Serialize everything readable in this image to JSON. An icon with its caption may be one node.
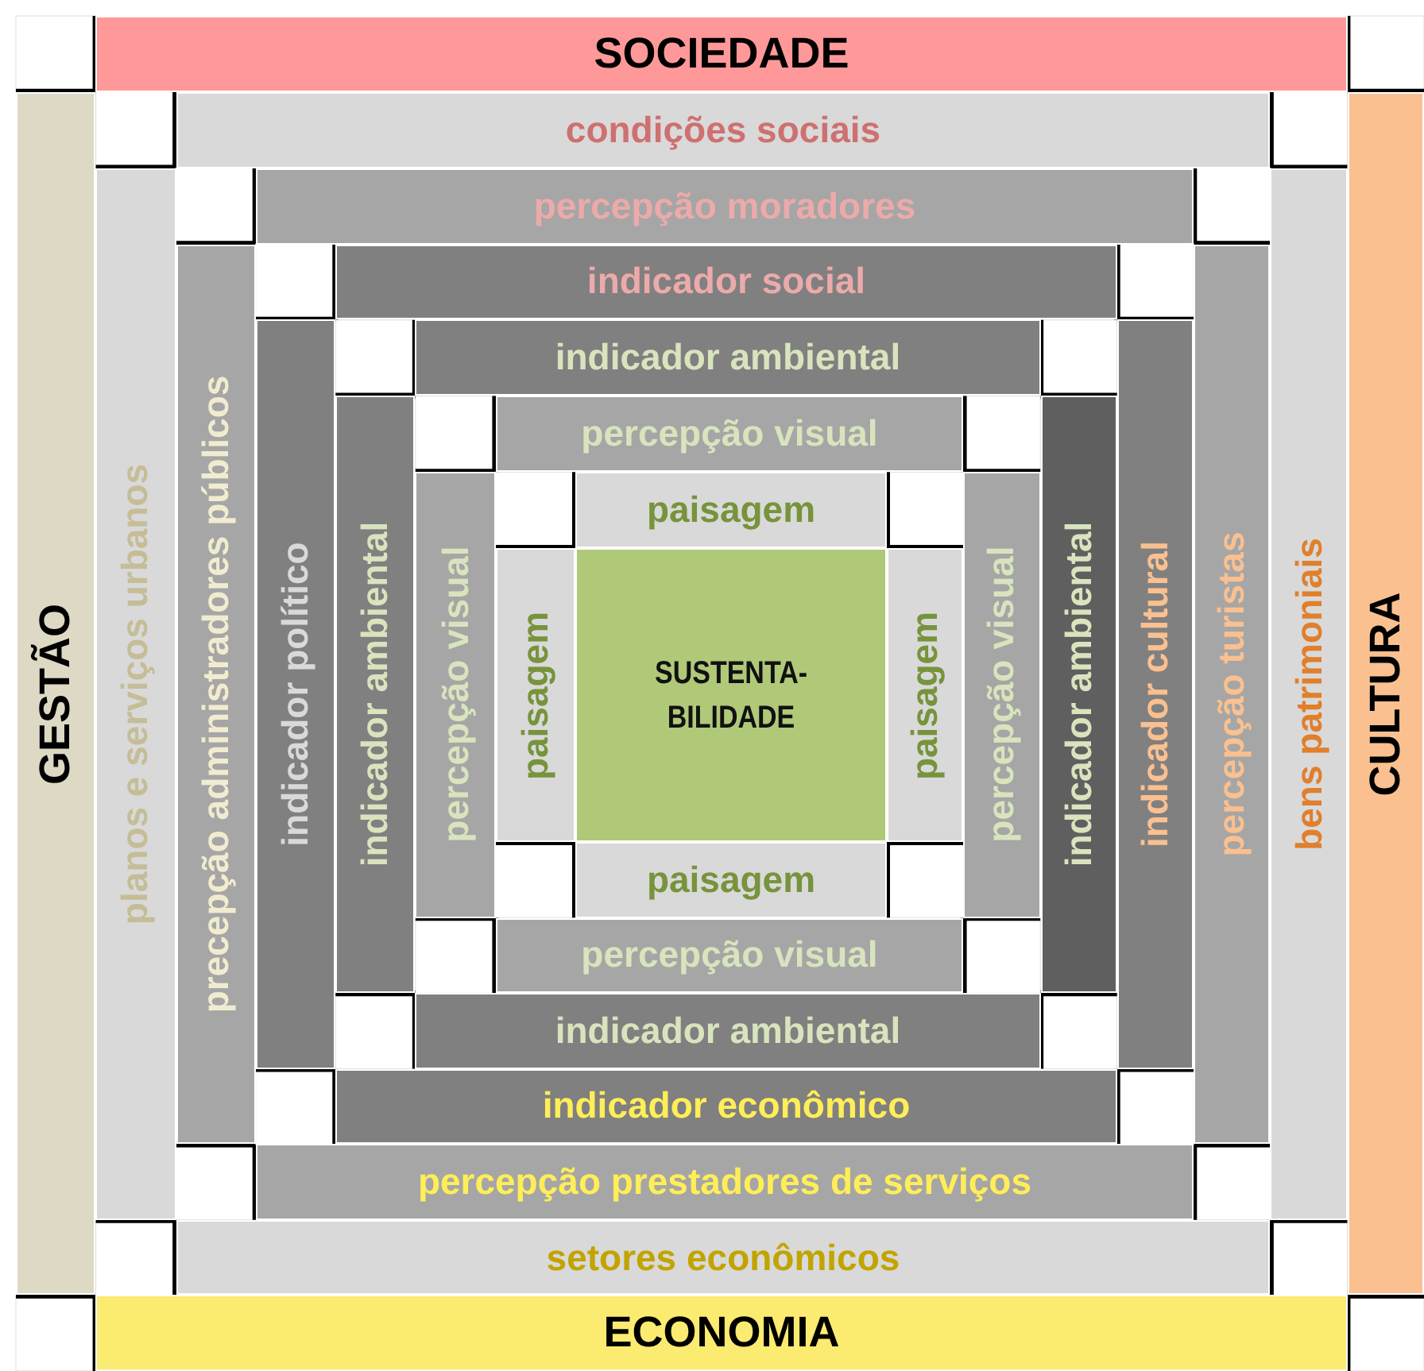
{
  "diagram": {
    "nodes": [
      {
        "text": [
          "SOCIEDADE"
        ]
      },
      {
        "text": [
          "GESTÃO"
        ]
      },
      {
        "text": [
          "CULTURA"
        ]
      },
      {
        "text": [
          "ECONOMIA"
        ]
      },
      {
        "text": [
          "condições sociais"
        ]
      },
      {
        "text": [
          "planos e serviços urbanos"
        ]
      },
      {
        "text": [
          "bens patrimoniais"
        ]
      },
      {
        "text": [
          "setores econômicos"
        ]
      },
      {
        "text": [
          "percepção moradores"
        ]
      },
      {
        "text": [
          "precepção administradores públicos"
        ]
      },
      {
        "text": [
          "percepção turistas"
        ]
      },
      {
        "text": [
          "percepção prestadores de serviços"
        ]
      },
      {
        "text": [
          "indicador social"
        ]
      },
      {
        "text": [
          "indicador político"
        ]
      },
      {
        "text": [
          "indicador cultural"
        ]
      },
      {
        "text": [
          "indicador econômico"
        ]
      },
      {
        "text": [
          "indicador ambiental"
        ]
      },
      {
        "text": [
          "indicador ambiental"
        ]
      },
      {
        "text": [
          "indicador ambiental"
        ]
      },
      {
        "text": [
          "indicador ambiental"
        ]
      },
      {
        "text": [
          "percepção visual"
        ]
      },
      {
        "text": [
          "percepção visual"
        ]
      },
      {
        "text": [
          "percepção visual"
        ]
      },
      {
        "text": [
          "percepção visual"
        ]
      },
      {
        "text": [
          "paisagem"
        ]
      },
      {
        "text": [
          "paisagem"
        ]
      },
      {
        "text": [
          "paisagem"
        ]
      },
      {
        "text": [
          "paisagem"
        ]
      },
      {
        "text": [
          "SUSTENTA- BILIDADE"
        ]
      }
    ]
  }
}
